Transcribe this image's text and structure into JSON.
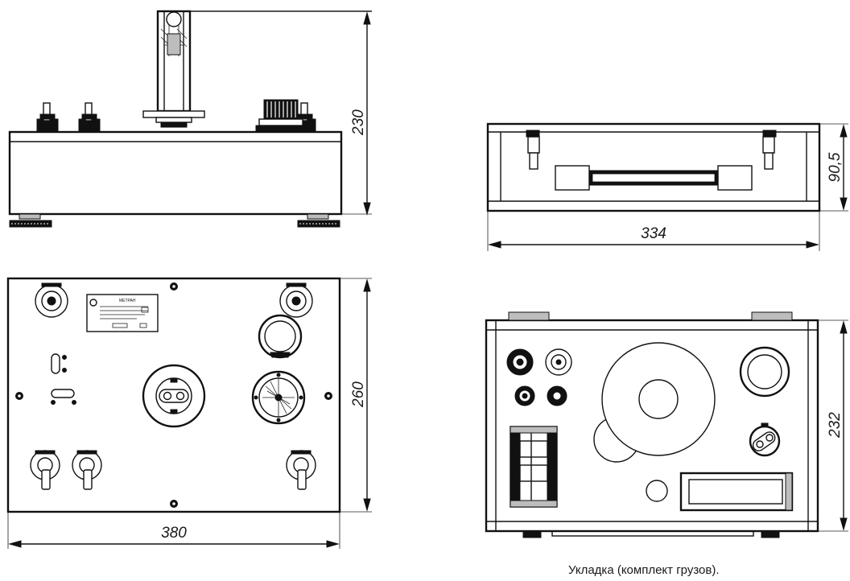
{
  "drawing": {
    "front_view": {
      "height_dim": "230"
    },
    "top_view": {
      "width_dim": "380",
      "depth_dim": "260"
    },
    "case_side": {
      "width_dim": "334",
      "height_dim": "90,5"
    },
    "case_top": {
      "depth_dim": "232"
    }
  },
  "caption": "Укладка (комплект грузов).",
  "colors": {
    "line": "#111111",
    "background": "#ffffff",
    "shade": "#bdbdbd"
  },
  "icons": [
    "knob-icon",
    "toggle-switch-icon",
    "screw-icon",
    "gauge-icon",
    "latch-icon",
    "handle-icon"
  ]
}
